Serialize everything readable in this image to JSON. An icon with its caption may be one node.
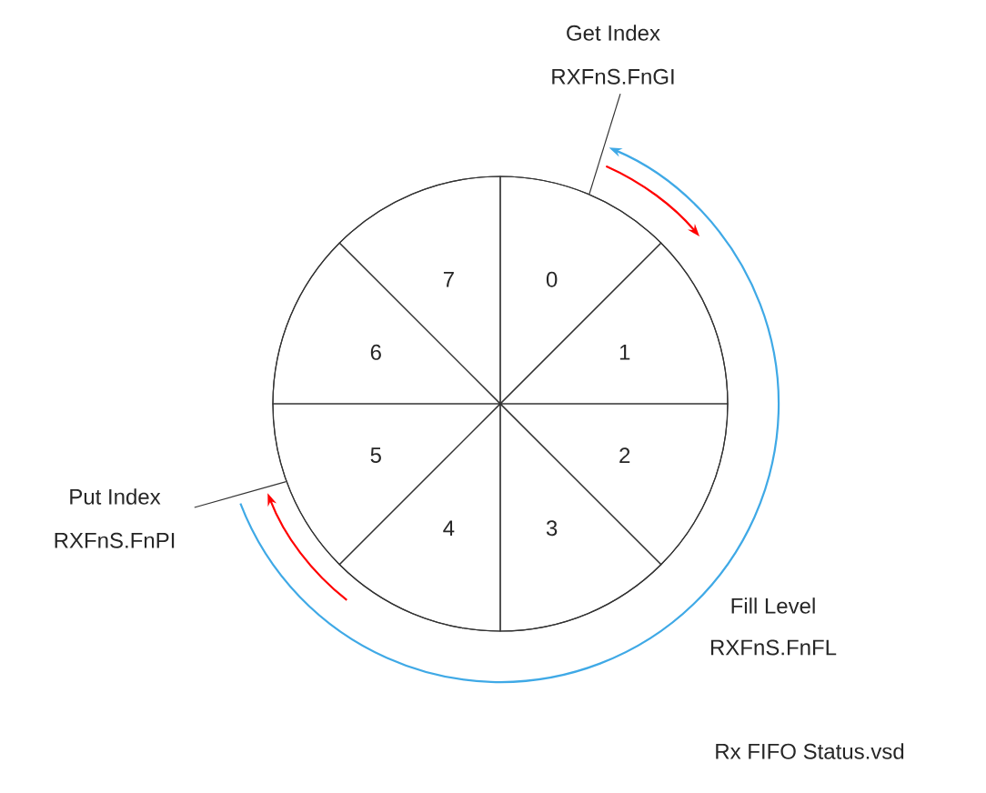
{
  "diagram": {
    "nodes": [
      {
        "text": [
          "Get Index",
          "RXFnS.FnGI"
        ]
      },
      {
        "text": [],
        "shape": "circle"
      },
      {
        "text": [
          "0"
        ],
        "in": 1
      },
      {
        "text": [
          "1"
        ],
        "in": 1
      },
      {
        "text": [
          "2"
        ],
        "in": 1
      },
      {
        "text": [
          "3"
        ],
        "in": 1
      },
      {
        "text": [
          "4"
        ],
        "in": 1
      },
      {
        "text": [
          "5"
        ],
        "in": 1
      },
      {
        "text": [
          "6"
        ],
        "in": 1
      },
      {
        "text": [
          "7"
        ],
        "in": 1
      },
      {
        "text": [
          "Put Index",
          "RXFnS.FnPI"
        ]
      }
    ],
    "edges": [
      {
        "from": 0,
        "to": 1,
        "arrow": "none"
      },
      {
        "from": 10,
        "to": 1,
        "arrow": "none"
      },
      {
        "from": 10,
        "to": 0,
        "arrow": "to",
        "color": "#3fa9e6"
      }
    ],
    "labels": [
      "Fill Level",
      "RXFnS.FnFL",
      "Rx FIFO Status.vsd"
    ]
  }
}
